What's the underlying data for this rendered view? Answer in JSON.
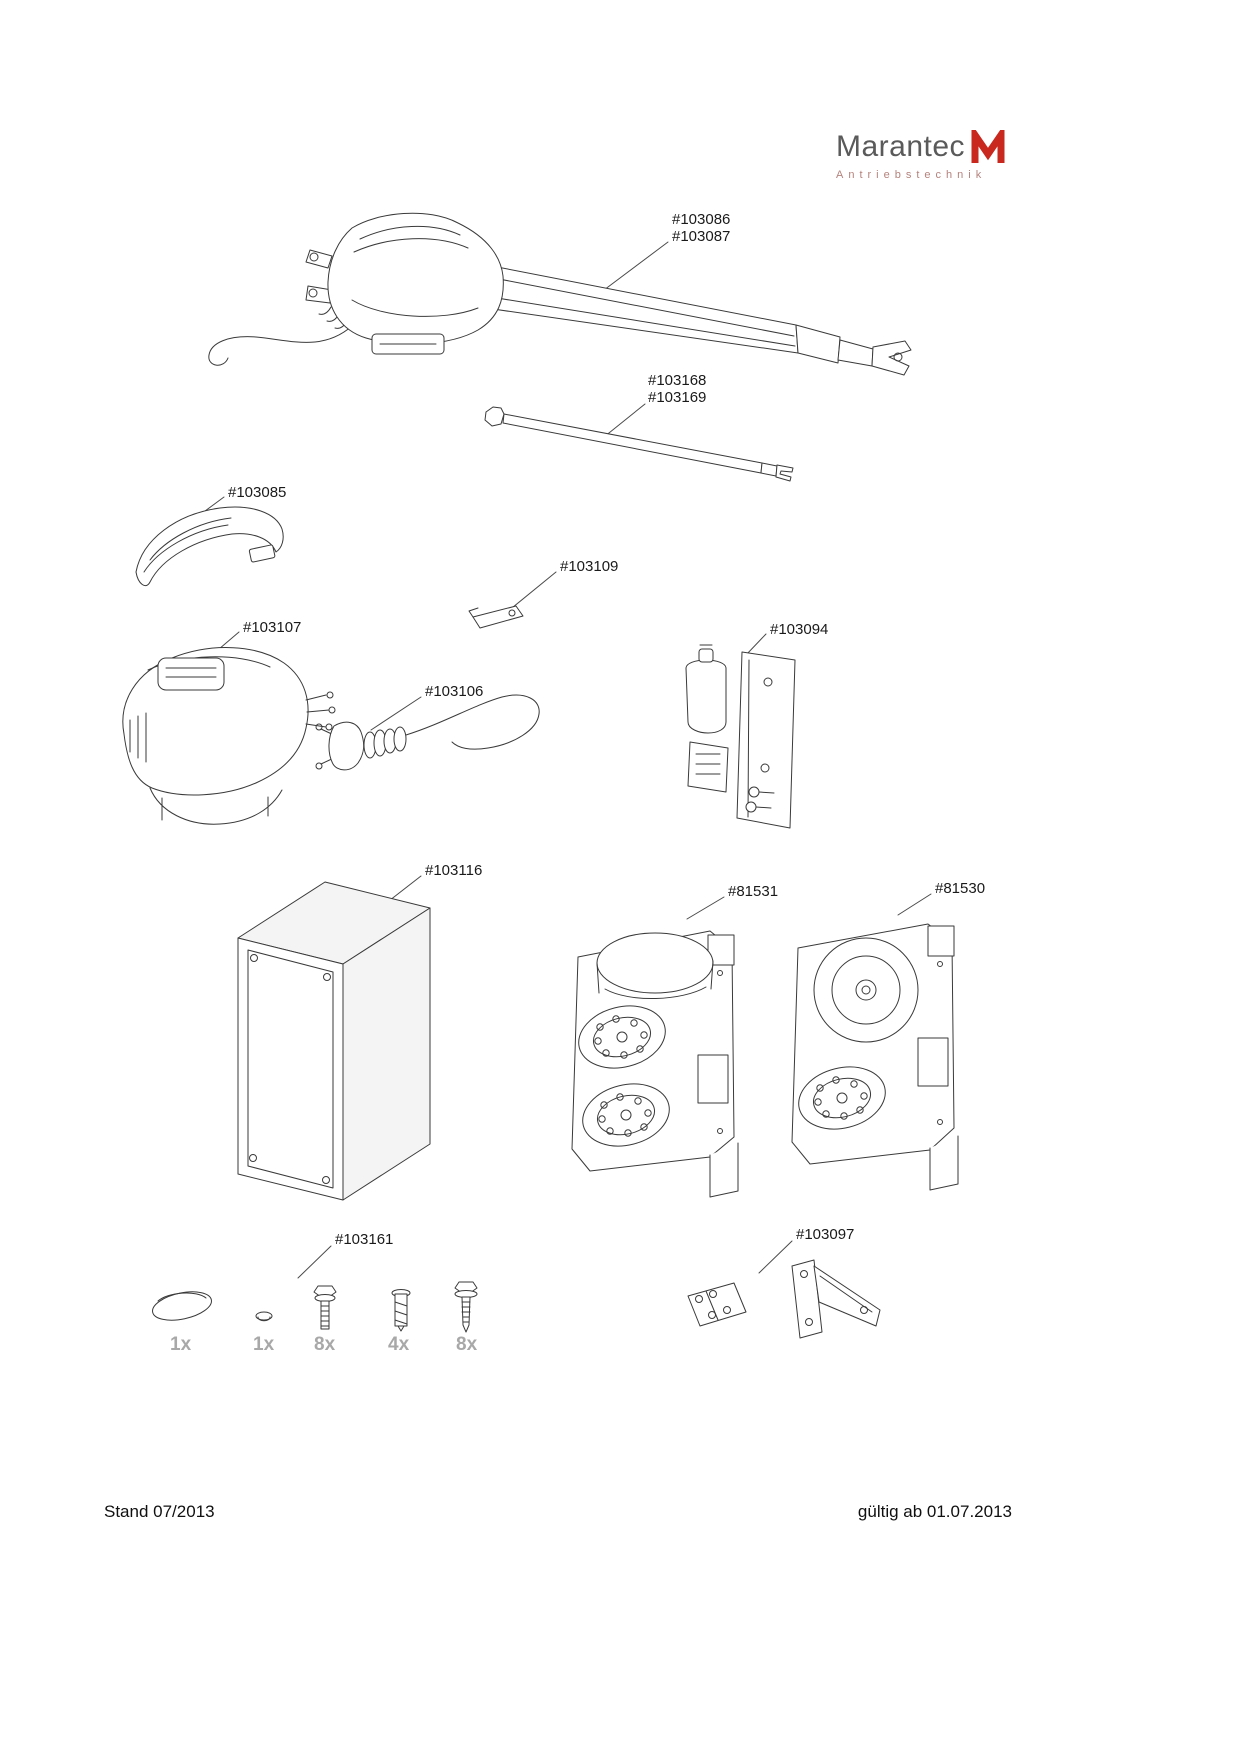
{
  "logo": {
    "brand": "Marantec",
    "subtitle": "Antriebstechnik"
  },
  "labels": {
    "drive_1": "#103086",
    "drive_2": "#103087",
    "rod_1": "#103168",
    "rod_2": "#103169",
    "cover": "#103085",
    "clip": "#103109",
    "motor_head": "#103107",
    "cable": "#103106",
    "release_unit": "#103094",
    "control_box": "#103116",
    "gear_motor_left": "#81531",
    "gear_motor_right": "#81530",
    "hardware_set": "#103161",
    "wall_brackets": "#103097"
  },
  "hardware_quantities": [
    "1x",
    "1x",
    "8x",
    "4x",
    "8x"
  ],
  "footer": {
    "left": "Stand 07/2013",
    "right": "gültig ab 01.07.2013"
  }
}
